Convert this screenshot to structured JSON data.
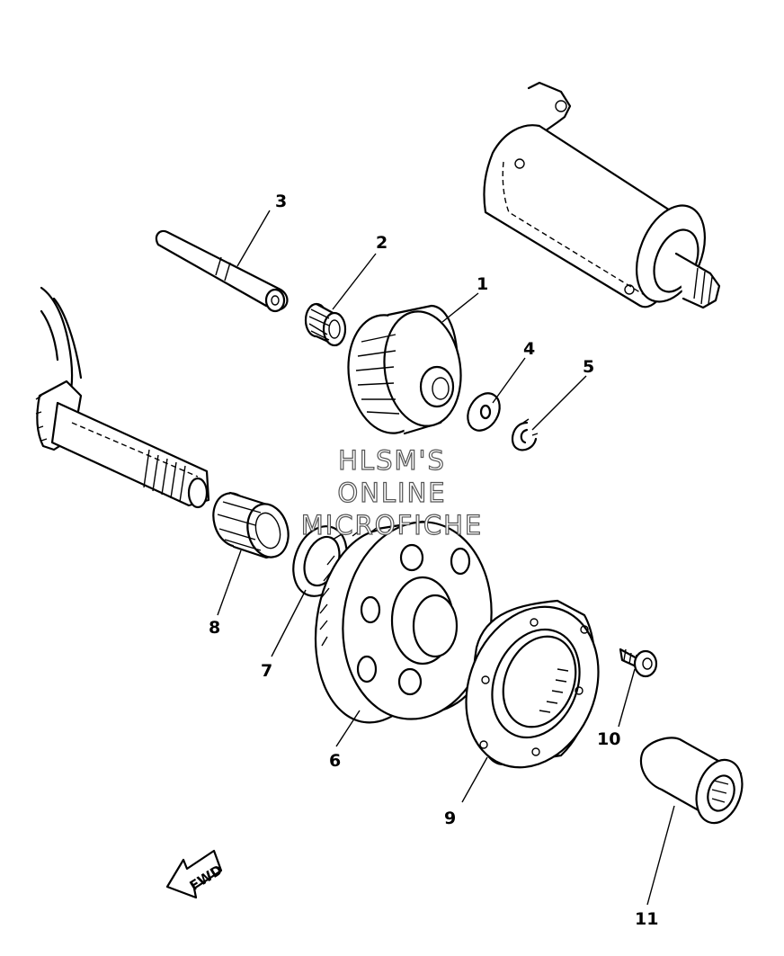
{
  "callouts": [
    "1",
    "2",
    "3",
    "4",
    "5",
    "6",
    "7",
    "8",
    "9",
    "10",
    "11"
  ],
  "watermark": [
    "HLSM'S",
    "ONLINE",
    "MICROFICHE"
  ],
  "direction_marker": "FWD"
}
